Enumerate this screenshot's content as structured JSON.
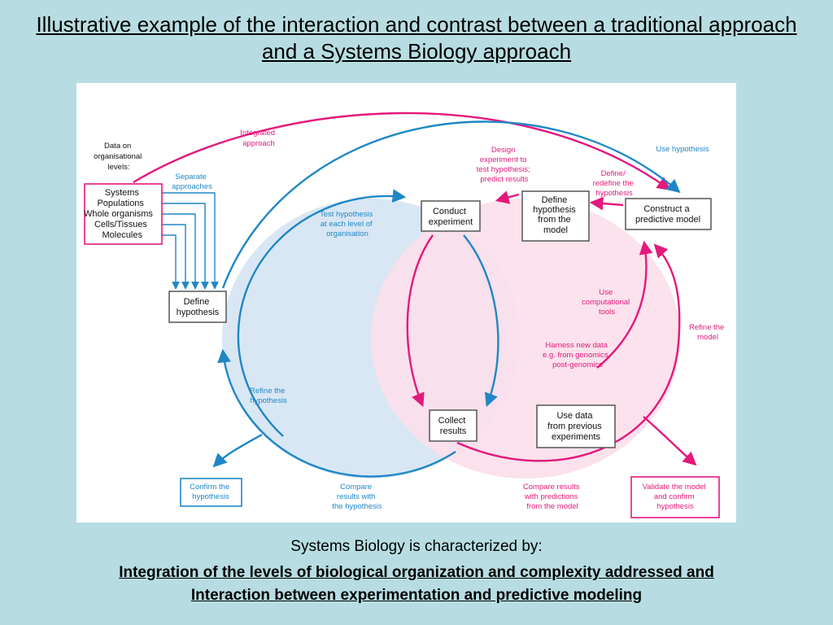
{
  "title": "Illustrative example of the interaction and contrast between a traditional approach and a Systems Biology approach",
  "diagram": {
    "data_on": [
      "Data on",
      "organisational",
      "levels:"
    ],
    "levels": [
      "Systems",
      "Populations",
      "Whole organisms",
      "Cells/Tissues",
      "Molecules"
    ],
    "integrated": [
      "Integrated",
      "approach"
    ],
    "separate": [
      "Separate",
      "approaches"
    ],
    "define_hypothesis": [
      "Define",
      "hypothesis"
    ],
    "test_hypothesis": [
      "Test hypothesis",
      "at each level of",
      "organisation"
    ],
    "conduct_experiment": [
      "Conduct",
      "experiment"
    ],
    "design_experiment": [
      "Design",
      "experiment to",
      "test hypothesis;",
      "predict results"
    ],
    "define_from_model": [
      "Define",
      "hypothesis",
      "from the",
      "model"
    ],
    "define_redefine": [
      "Define/",
      "redefine the",
      "hypothesis"
    ],
    "use_hypothesis": "Use hypothesis",
    "construct_model": [
      "Construct a",
      "predictive model"
    ],
    "use_computational": [
      "Use",
      "computational",
      "tools"
    ],
    "refine_model": [
      "Refine the",
      "model"
    ],
    "harness_data": [
      "Harness new data",
      "e.g. from genomics,",
      "post-genomics"
    ],
    "use_data": [
      "Use data",
      "from previous",
      "experiments"
    ],
    "refine_hypothesis": [
      "Refine the",
      "hypothesis"
    ],
    "collect_results": [
      "Collect",
      "results"
    ],
    "confirm_hypothesis": [
      "Confirm the",
      "hypothesis"
    ],
    "compare_hypothesis": [
      "Compare",
      "results with",
      "the hypothesis"
    ],
    "compare_predictions": [
      "Compare results",
      "with predictions",
      "from the model"
    ],
    "validate_model": [
      "Validate the model",
      "and confirm",
      "hypothesis"
    ]
  },
  "subtitle": "Systems Biology is characterized by:",
  "bottom_lines": [
    "Integration of the levels of biological organization and complexity addressed and ",
    "Interaction between experimentation and predictive modeling"
  ],
  "colors": {
    "blue": "#1f87c6",
    "pink": "#e4197c",
    "blue_fill": "#d9e7f4",
    "pink_fill": "#fbe0ea",
    "background": "#b7dde2"
  }
}
